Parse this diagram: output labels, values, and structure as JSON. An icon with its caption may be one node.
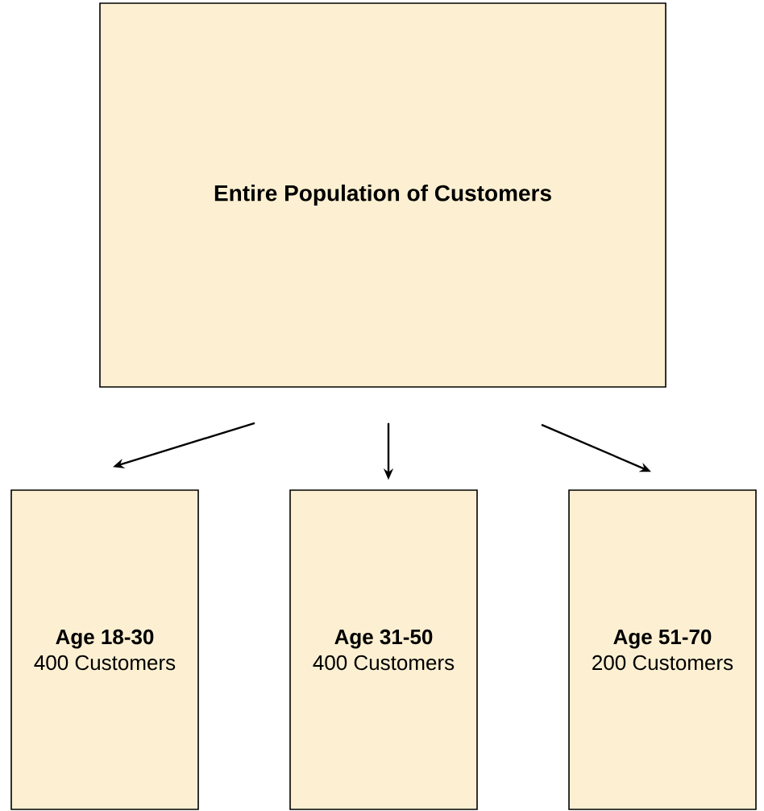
{
  "diagram": {
    "nodes": [
      {
        "text": [
          "Entire Population of Customers"
        ]
      },
      {
        "text": [
          "Age 18-30",
          "400 Customers"
        ]
      },
      {
        "text": [
          "Age 31-50",
          "400 Customers"
        ]
      },
      {
        "text": [
          "Age 51-70",
          "200 Customers"
        ]
      }
    ],
    "edges": [
      {
        "from": 0,
        "to": 1,
        "arrow": "to"
      },
      {
        "from": 0,
        "to": 2,
        "arrow": "to"
      },
      {
        "from": 0,
        "to": 3,
        "arrow": "to"
      }
    ]
  }
}
